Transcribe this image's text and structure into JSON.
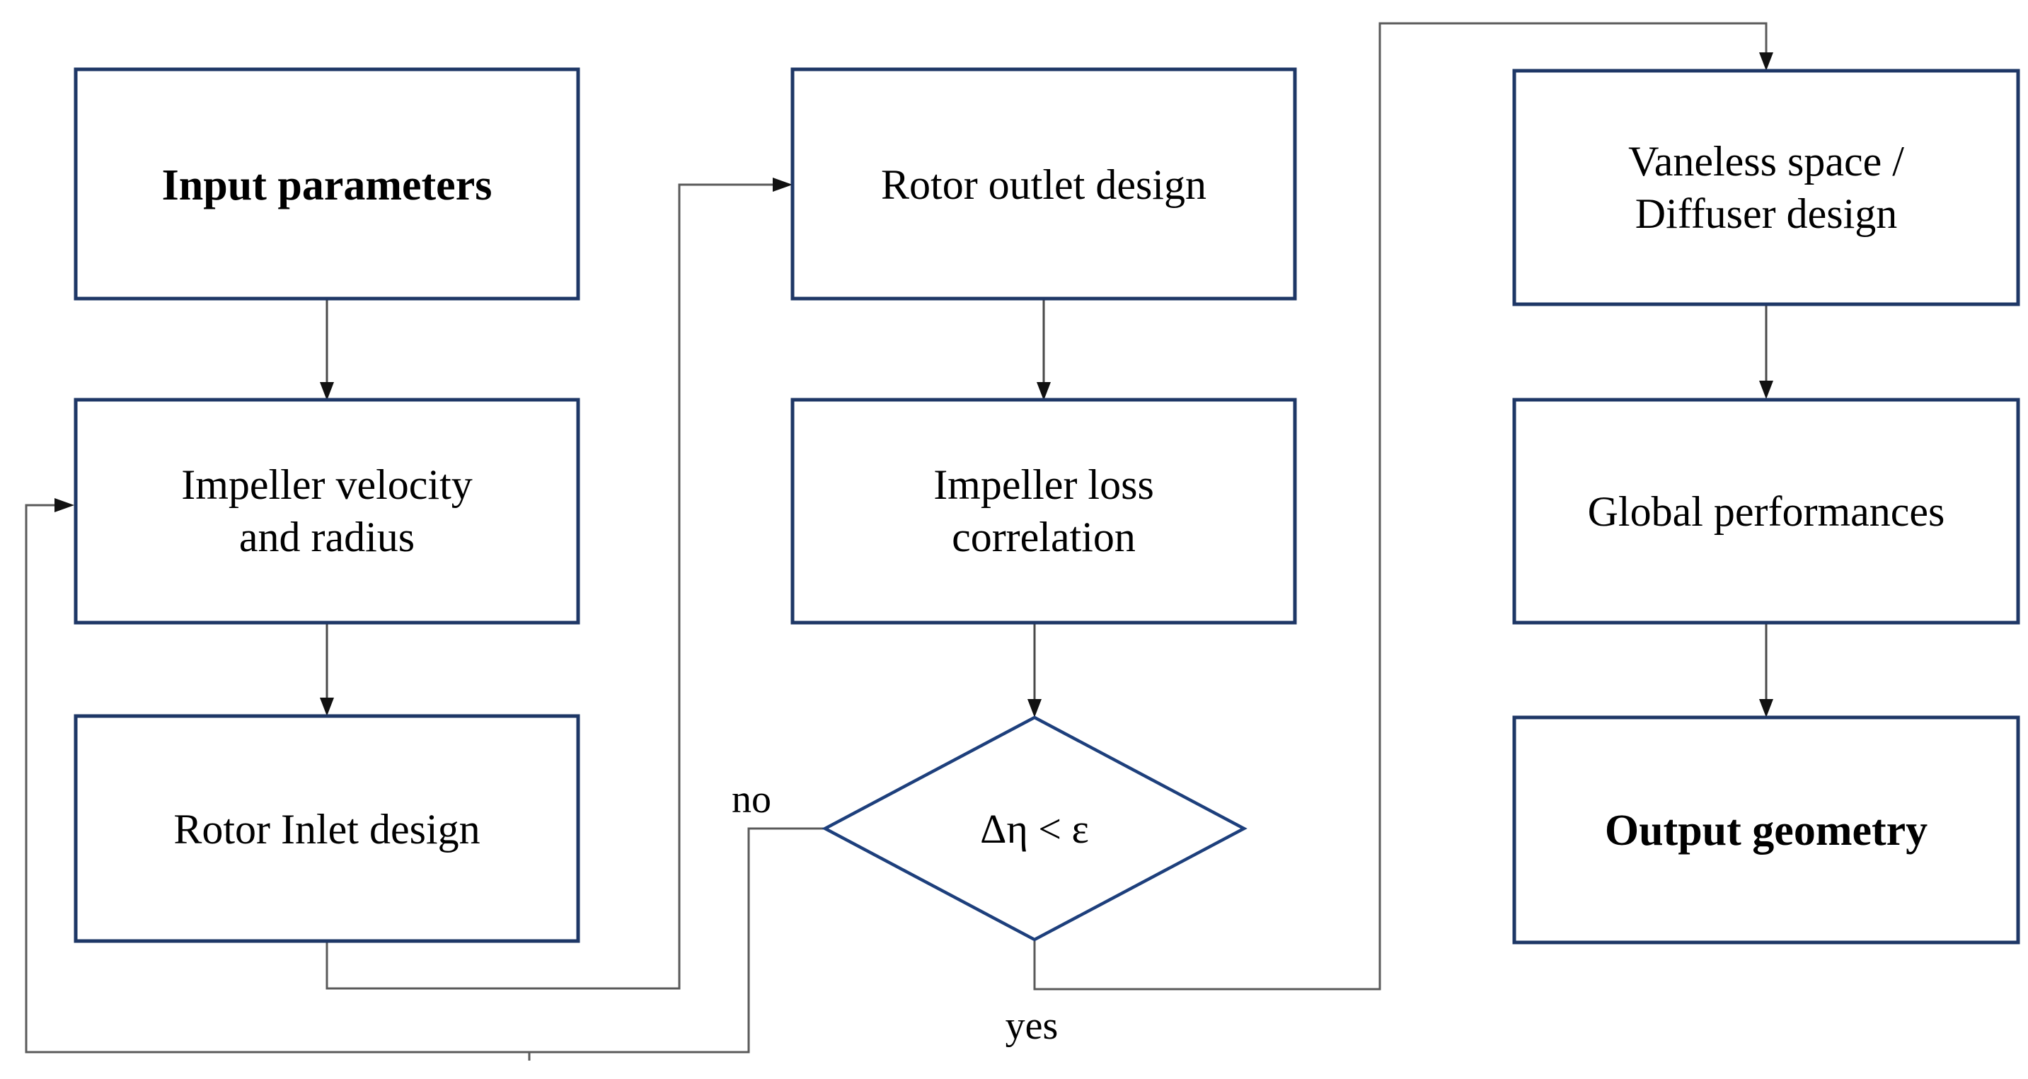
{
  "diagram": {
    "background_color": "#ffffff",
    "node_border_color": "#1e3766",
    "decision_border_color": "#1d3f7c",
    "connector_color": "#5a5a5a",
    "arrowhead_color": "#111111",
    "text_color": "#000000",
    "nodes": [
      {
        "id": "input-parameters",
        "shape": "rectangle",
        "bold": true,
        "lines": [
          "Input parameters"
        ]
      },
      {
        "id": "impeller-velocity-radius",
        "shape": "rectangle",
        "bold": false,
        "lines": [
          "Impeller velocity",
          "and radius"
        ]
      },
      {
        "id": "rotor-inlet-design",
        "shape": "rectangle",
        "bold": false,
        "lines": [
          "Rotor Inlet design"
        ]
      },
      {
        "id": "rotor-outlet-design",
        "shape": "rectangle",
        "bold": false,
        "lines": [
          "Rotor outlet design"
        ]
      },
      {
        "id": "impeller-loss-correlation",
        "shape": "rectangle",
        "bold": false,
        "lines": [
          "Impeller loss",
          "correlation"
        ]
      },
      {
        "id": "convergence-decision",
        "shape": "diamond",
        "bold": false,
        "lines": [
          "Δη < ε"
        ]
      },
      {
        "id": "vaneless-space-diffuser-design",
        "shape": "rectangle",
        "bold": false,
        "lines": [
          "Vaneless space /",
          "Diffuser design"
        ]
      },
      {
        "id": "global-performances",
        "shape": "rectangle",
        "bold": false,
        "lines": [
          "Global performances"
        ]
      },
      {
        "id": "output-geometry",
        "shape": "rectangle",
        "bold": true,
        "lines": [
          "Output geometry"
        ]
      }
    ],
    "branch_labels": {
      "no": "no",
      "yes": "yes"
    },
    "edges": [
      {
        "from": "input-parameters",
        "to": "impeller-velocity-radius",
        "label": ""
      },
      {
        "from": "impeller-velocity-radius",
        "to": "rotor-inlet-design",
        "label": ""
      },
      {
        "from": "rotor-inlet-design",
        "to": "rotor-outlet-design",
        "label": ""
      },
      {
        "from": "rotor-outlet-design",
        "to": "impeller-loss-correlation",
        "label": ""
      },
      {
        "from": "impeller-loss-correlation",
        "to": "convergence-decision",
        "label": ""
      },
      {
        "from": "convergence-decision",
        "to": "impeller-velocity-radius",
        "label": "no"
      },
      {
        "from": "convergence-decision",
        "to": "vaneless-space-diffuser-design",
        "label": "yes"
      },
      {
        "from": "vaneless-space-diffuser-design",
        "to": "global-performances",
        "label": ""
      },
      {
        "from": "global-performances",
        "to": "output-geometry",
        "label": ""
      }
    ]
  }
}
